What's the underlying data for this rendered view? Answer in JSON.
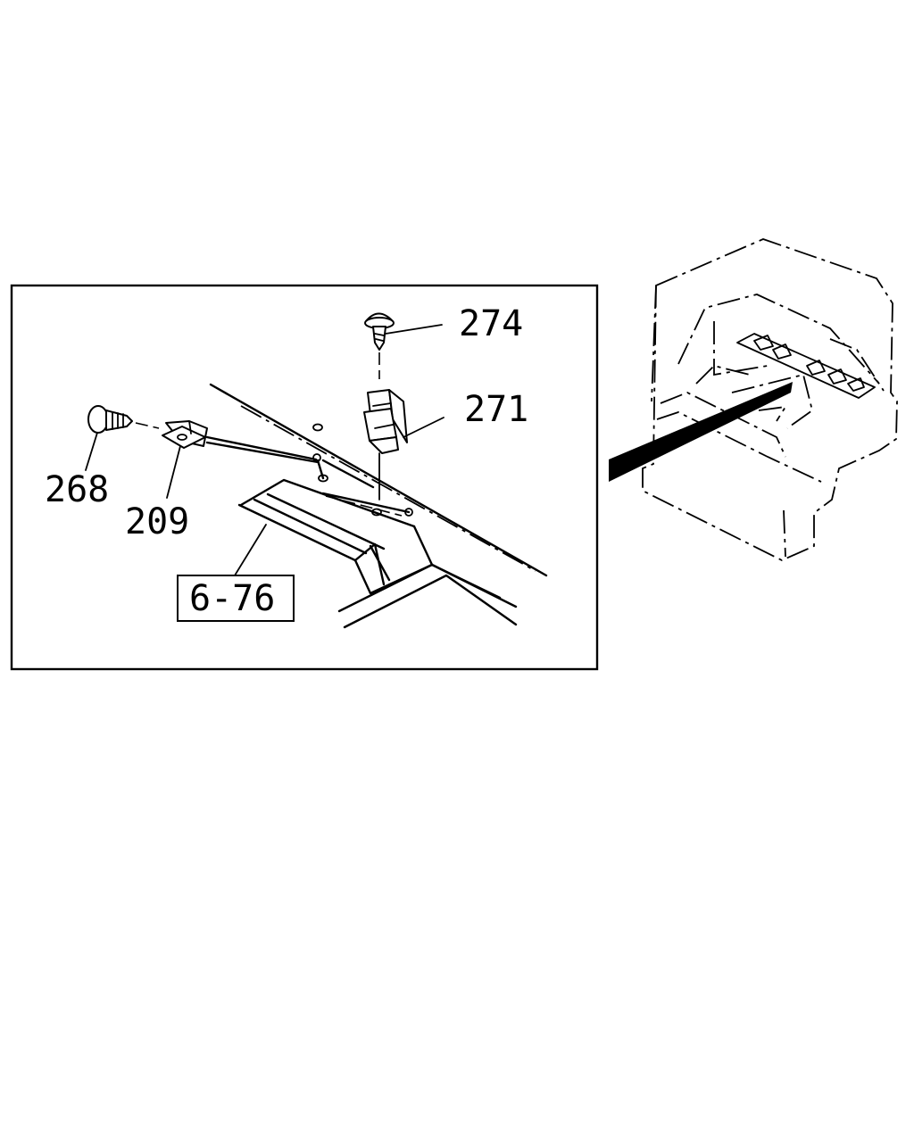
{
  "callouts": {
    "p274": "274",
    "p271": "271",
    "p268": "268",
    "p209": "209",
    "ref": "6-76"
  },
  "colors": {
    "line": "#000000",
    "background": "#ffffff"
  }
}
